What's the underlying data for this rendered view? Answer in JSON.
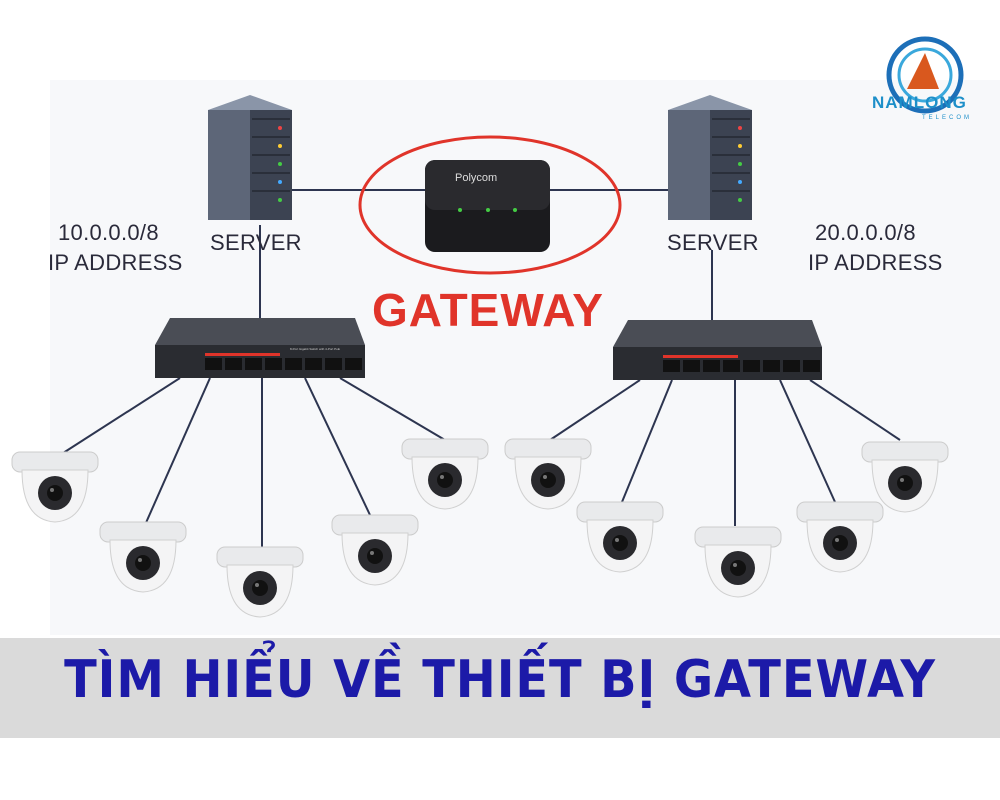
{
  "left_network": {
    "subnet": "10.0.0.0/8",
    "label": "IP ADDRESS",
    "server_label": "SERVER"
  },
  "right_network": {
    "subnet": "20.0.0.0/8",
    "label": "IP ADDRESS",
    "server_label": "SERVER"
  },
  "gateway": {
    "label": "GATEWAY",
    "device_brand": "Polycom",
    "highlight_color": "#e0342a"
  },
  "switch_caption": "8-Port Gigabit Switch with 4-Port PoE",
  "banner": {
    "title": "TÌM HIỂU VỀ THIẾT BỊ GATEWAY",
    "text_color": "#1c1aa8",
    "background": "#dadada"
  },
  "logo": {
    "name": "NAMLONG",
    "sub": "TELECOM"
  }
}
